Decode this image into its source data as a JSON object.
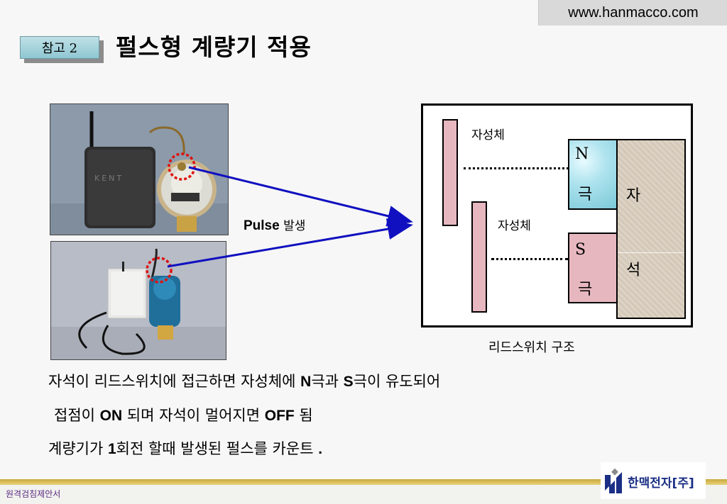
{
  "header": {
    "url": "www.hanmacco.com",
    "badge": "참고 2",
    "title": "펄스형 계량기 적용"
  },
  "pulse_label": {
    "bold": "Pulse",
    "rest": " 발생"
  },
  "diagram": {
    "reed_top_label": "자성체",
    "reed_bottom_label": "자성체",
    "n_letter": "N",
    "n_word": "극",
    "s_letter": "S",
    "s_word": "극",
    "magnet_word_1": "자",
    "magnet_word_2": "석",
    "caption": "리드스위치 구조"
  },
  "body": {
    "line1": [
      {
        "t": "자석이 리드스위치에 접근하면 자성체에 ",
        "b": false
      },
      {
        "t": "N",
        "b": true
      },
      {
        "t": "극과 ",
        "b": false
      },
      {
        "t": "S",
        "b": true
      },
      {
        "t": "극이 유도되어",
        "b": false
      }
    ],
    "line2": [
      {
        "t": "접점이 ",
        "b": false
      },
      {
        "t": "ON",
        "b": true
      },
      {
        "t": " 되며 자석이 멀어지면 ",
        "b": false
      },
      {
        "t": "OFF",
        "b": true
      },
      {
        "t": " 됨",
        "b": false
      }
    ],
    "line3": [
      {
        "t": "계량기가 ",
        "b": false
      },
      {
        "t": "1",
        "b": true
      },
      {
        "t": "회전 할때 발생된 펄스를 카운트 ",
        "b": false
      },
      {
        "t": ".",
        "b": true
      }
    ]
  },
  "footer": {
    "doc_title": "원격검침제안서",
    "logo_text": "한맥전자[주]"
  },
  "colors": {
    "arrow": "#1010c0",
    "highlight_ring": "#e01010",
    "reed": "#e7b7bf",
    "n_pole": "#aee3ee",
    "badge": "#9fd0d9"
  }
}
